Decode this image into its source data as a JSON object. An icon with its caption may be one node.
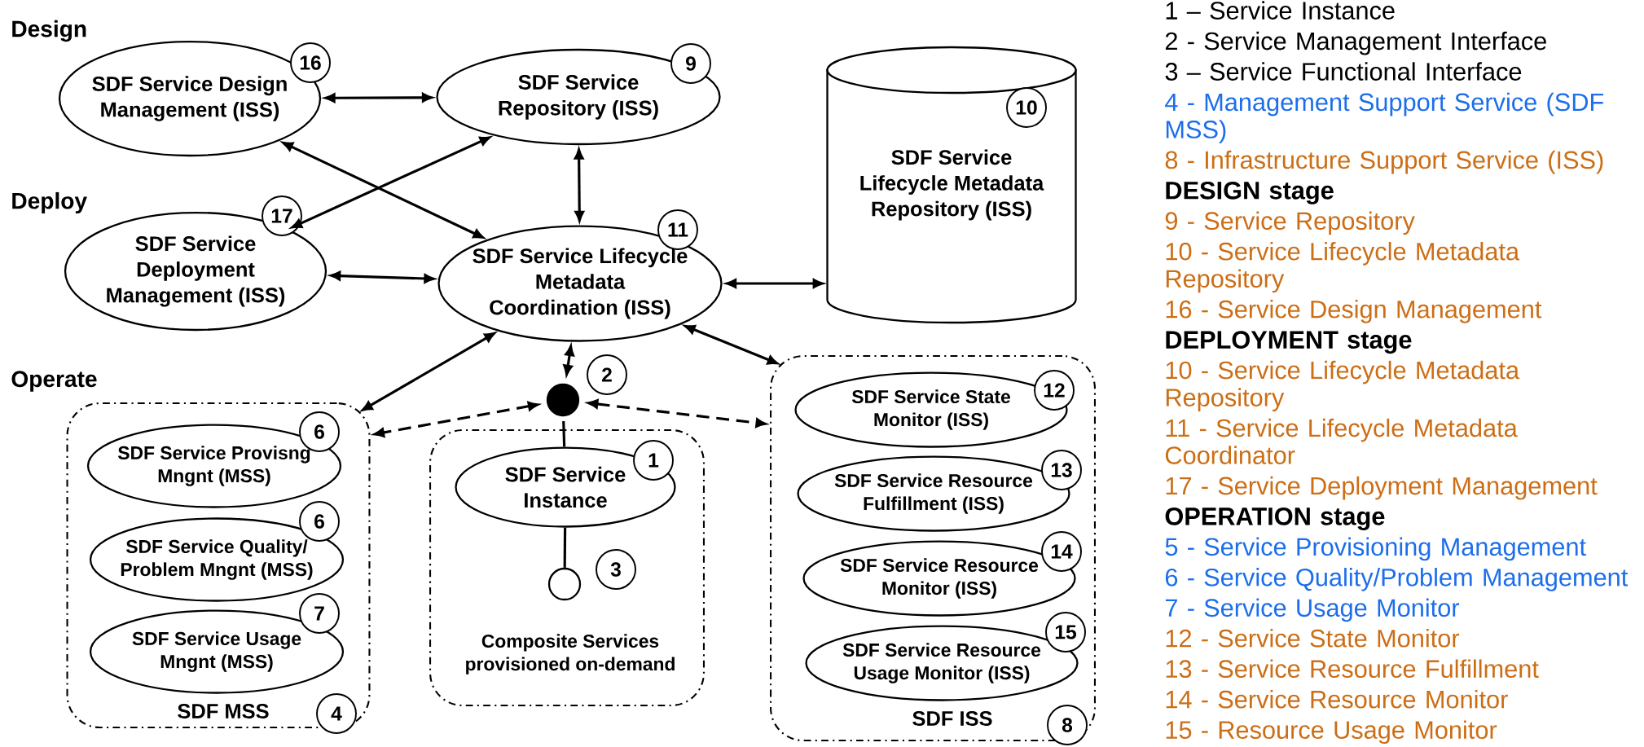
{
  "diagram": {
    "nodes": [
      {
        "text": [
          "SDF Service Design Management (ISS)"
        ],
        "beside": [
          "16"
        ]
      },
      {
        "text": [
          "SDF Service Repository (ISS)"
        ],
        "beside": [
          "9"
        ]
      },
      {
        "text": [
          "10",
          "SDF Service Lifecycle Metadata Repository (ISS)"
        ]
      },
      {
        "text": [
          "SDF Service Deployment Management (ISS)"
        ],
        "beside": [
          "17"
        ]
      },
      {
        "text": [
          "SDF Service Lifecycle Metadata Coordination (ISS)"
        ],
        "beside": [
          "11"
        ]
      },
      {
        "text": [
          "SDF MSS"
        ],
        "beside": [
          "4"
        ]
      },
      {
        "text": [
          "SDF Service Provisng Mngnt (MSS)"
        ],
        "beside": [
          "6"
        ],
        "in": 5
      },
      {
        "text": [
          "SDF Service Quality/ Problem Mngnt (MSS)"
        ],
        "beside": [
          "6"
        ],
        "in": 5
      },
      {
        "text": [
          "SDF Service Usage Mngnt (MSS)"
        ],
        "beside": [
          "7"
        ],
        "in": 5
      },
      {
        "text": [],
        "shape": "circle",
        "beside": [
          "2"
        ]
      },
      {
        "text": [
          "Composite Services provisioned on-demand"
        ]
      },
      {
        "text": [
          "SDF Service Instance"
        ],
        "beside": [
          "1"
        ],
        "in": 10
      },
      {
        "text": [],
        "shape": "circle",
        "beside": [
          "3"
        ],
        "in": 10
      },
      {
        "text": [
          "SDF ISS"
        ],
        "beside": [
          "8"
        ]
      },
      {
        "text": [
          "SDF Service State Monitor (ISS)"
        ],
        "beside": [
          "12"
        ],
        "in": 13
      },
      {
        "text": [
          "SDF Service Resource Fulfillment (ISS)"
        ],
        "beside": [
          "13"
        ],
        "in": 13
      },
      {
        "text": [
          "SDF Service Resource Monitor (ISS)"
        ],
        "beside": [
          "14"
        ],
        "in": 13
      },
      {
        "text": [
          "SDF Service Resource Usage Monitor (ISS)"
        ],
        "beside": [
          "15"
        ],
        "in": 13
      }
    ],
    "edges": [
      {
        "from": 0,
        "to": 1,
        "arrow": "both"
      },
      {
        "from": 0,
        "to": 4,
        "arrow": "both"
      },
      {
        "from": 3,
        "to": 1,
        "arrow": "both"
      },
      {
        "from": 1,
        "to": 4,
        "arrow": "both"
      },
      {
        "from": 3,
        "to": 4,
        "arrow": "both"
      },
      {
        "from": 4,
        "to": 2,
        "arrow": "both"
      },
      {
        "from": 4,
        "to": 5,
        "arrow": "both"
      },
      {
        "from": 4,
        "to": 13,
        "arrow": "both"
      },
      {
        "from": 9,
        "to": 4,
        "arrow": "both",
        "style": "dashed"
      },
      {
        "from": 9,
        "to": 5,
        "arrow": "both",
        "style": "dashed"
      },
      {
        "from": 9,
        "to": 13,
        "arrow": "both",
        "style": "dashed"
      },
      {
        "from": 9,
        "to": 11,
        "arrow": "none"
      },
      {
        "from": 11,
        "to": 12,
        "arrow": "none"
      }
    ],
    "labels": [
      "Design",
      "Deploy",
      "Operate",
      "1 – Service Instance",
      "2 - Service Management Interface",
      "3 – Service Functional Interface",
      "4 - Management Support Service (SDF MSS)",
      "8 - Infrastructure Support Service (ISS)",
      "DESIGN stage",
      "9 - Service Repository",
      "10 - Service Lifecycle Metadata Repository",
      "16 - Service Design Management",
      "DEPLOYMENT stage",
      "10 - Service Lifecycle Metadata Repository",
      "11 - Service Lifecycle Metadata Coordinator",
      "17 - Service Deployment Management",
      "OPERATION stage",
      "5 - Service Provisioning Management",
      "6 - Service Quality/Problem Management",
      "7 - Service Usage Monitor",
      "12 - Service State Monitor",
      "13 - Service Resource Fulfillment",
      "14 - Service Resource Monitor",
      "15 - Resource Usage Monitor"
    ]
  }
}
